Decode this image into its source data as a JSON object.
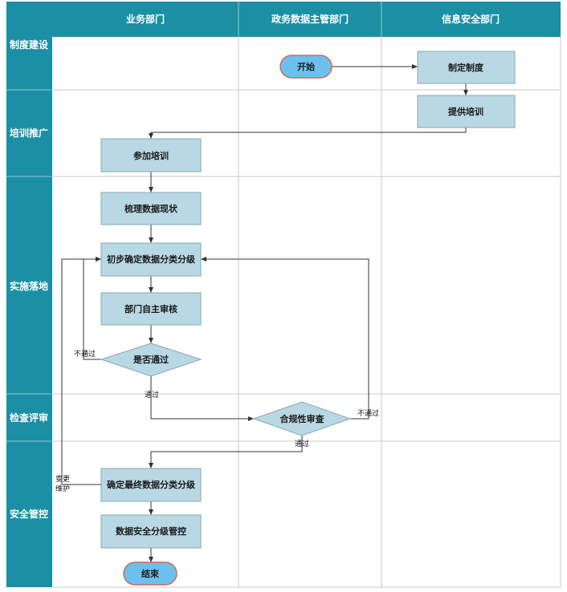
{
  "columns": [
    "业务部门",
    "政务数据主管部门",
    "信息安全部门"
  ],
  "rows": [
    "制度建设",
    "培训推广",
    "实施落地",
    "检查评审",
    "安全管控"
  ],
  "nodes": {
    "start": "开始",
    "make_policy": "制定制度",
    "training": "提供培训",
    "attend": "参加培训",
    "sort_data": "梳理数据现状",
    "classify": "初步确定数据分类分级",
    "self_review": "部门自主审核",
    "passed_q": "是否通过",
    "compliance": "合规性审查",
    "final": "确定最终数据分类分级",
    "control": "数据安全分级管控",
    "end": "结束"
  },
  "edge_labels": {
    "fail_self": "不通过",
    "pass_self": "通过",
    "fail_compliance": "不通过",
    "pass_compliance": "通过",
    "change_maint_1": "变更",
    "change_maint_2": "维护"
  },
  "colors": {
    "header_bg": "#1b8fa3",
    "box_fill": "#b8d8e3",
    "box_stroke": "#8aa7b3",
    "terminal_fill": "#6cc0ee",
    "terminal_stroke": "#d06a54",
    "grid": "#c8c8c8",
    "edge": "#333333"
  }
}
